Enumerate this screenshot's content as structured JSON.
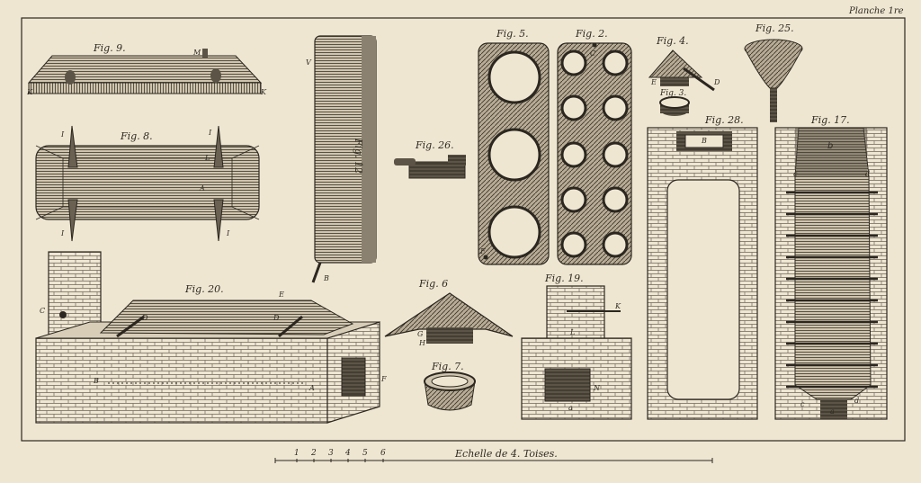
{
  "plate": {
    "title": "Planche 1re",
    "scale_label": "Echelle de 4. Toises.",
    "scale_numbers": [
      "1",
      "2",
      "3",
      "4",
      "5",
      "6"
    ],
    "ink_color": "#2b2720",
    "paper_color": "#efe6d2"
  },
  "figures": {
    "fig9": {
      "label": "Fig. 9.",
      "letters": [
        "K",
        "K",
        "M"
      ]
    },
    "fig8": {
      "label": "Fig. 8.",
      "letters": [
        "I",
        "I",
        "I",
        "I",
        "L",
        "A"
      ]
    },
    "fig12": {
      "label": "Fig. 12",
      "letters": [
        "V",
        "B"
      ]
    },
    "fig26a": {
      "label": "Fig. 26."
    },
    "fig5": {
      "label": "Fig. 5.",
      "letters": [
        "F"
      ]
    },
    "fig2": {
      "label": "Fig. 2.",
      "letters": [
        "C"
      ]
    },
    "fig4": {
      "label": "Fig. 4.",
      "letters": [
        "E",
        "D"
      ]
    },
    "fig3": {
      "label": "Fig. 3."
    },
    "fig25": {
      "label": "Fig. 25."
    },
    "fig28": {
      "label": "Fig. 28.",
      "letters": [
        "B"
      ]
    },
    "fig17": {
      "label": "Fig. 17.",
      "letters": [
        "b",
        "c",
        "d",
        "c",
        "d",
        "a"
      ]
    },
    "fig20": {
      "label": "Fig. 20.",
      "letters": [
        "C",
        "E",
        "D",
        "D",
        "B",
        "A",
        "F"
      ]
    },
    "fig6": {
      "label": "Fig. 6",
      "letters": [
        "G",
        "H"
      ]
    },
    "fig7": {
      "label": "Fig. 7."
    },
    "fig19": {
      "label": "Fig. 19.",
      "letters": [
        "K",
        "L",
        "N",
        "a"
      ]
    }
  }
}
